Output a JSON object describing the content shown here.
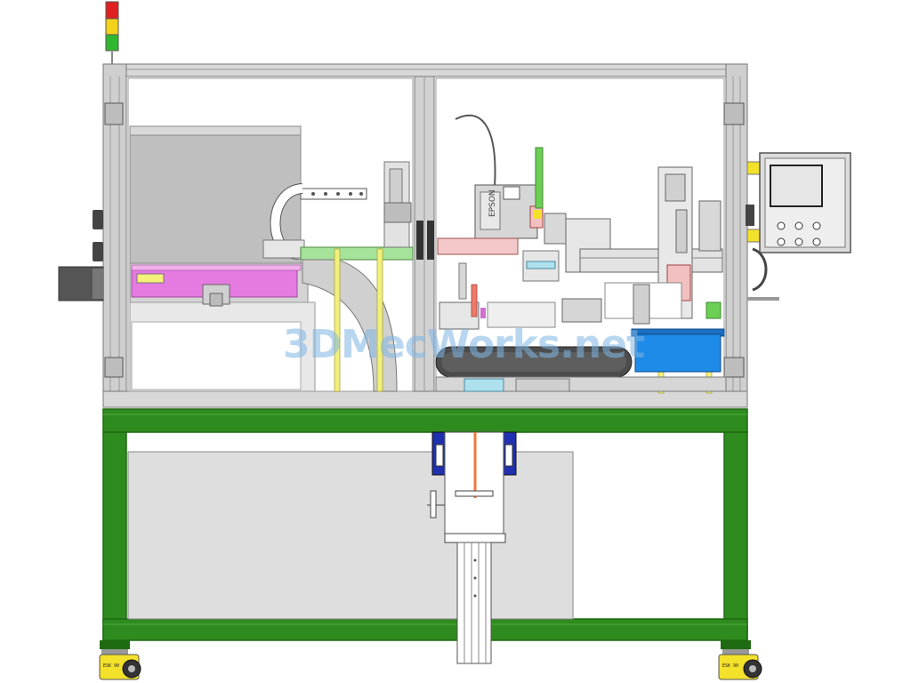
{
  "drawing": {
    "watermark": "3DMecWorks.net",
    "printer_brand": "EPSON",
    "wheel_label_left": "ESK 90",
    "wheel_label_right": "ESK 90"
  },
  "colors": {
    "frame_green": "#2e8b1e",
    "frame_green_dark": "#1f6b12",
    "aluminum": "#c9c9c9",
    "enclosure_gray": "#d4d4d4",
    "magenta": "#e57ae0",
    "light_green": "#a6e39a",
    "yellow": "#f2f07a",
    "blue_bin": "#1f8be8",
    "caster_yellow": "#f4e12a",
    "signal_red": "#e02020",
    "signal_yellow": "#f2d21a",
    "signal_green": "#2fb82f",
    "hmi_screen": "#e6e6e6"
  },
  "icons": [
    "signal-tower-icon",
    "hmi-panel-icon",
    "caster-wheel-icon",
    "door-hinge-icon"
  ]
}
